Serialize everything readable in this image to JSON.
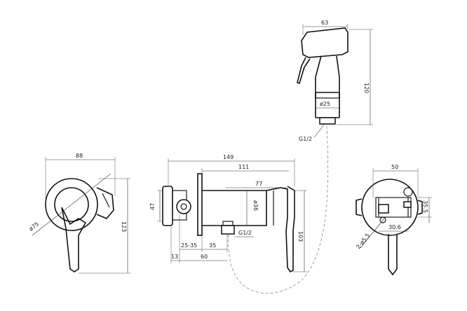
{
  "drawing": {
    "background": "#ffffff",
    "line_color": "#111111",
    "dimensions": {
      "spray_width": "63",
      "spray_height": "120",
      "spray_diameter": "ø25",
      "spray_thread": "G1/2",
      "front_width": "88",
      "front_height": "123",
      "plate_diameter": "ø75",
      "side_total": "149",
      "side_body": "111",
      "side_pipe": "77",
      "side_inlet_height": "47",
      "side_body_diameter": "ø36",
      "side_thread": "G1/2",
      "side_depth": "103",
      "side_adjust": "25-35",
      "side_35": "35",
      "side_13": "13",
      "side_60": "60",
      "rear_width": "50",
      "rear_height": "35.5",
      "rear_offset": "30.6",
      "rear_holes": "2-ø5.5"
    }
  }
}
